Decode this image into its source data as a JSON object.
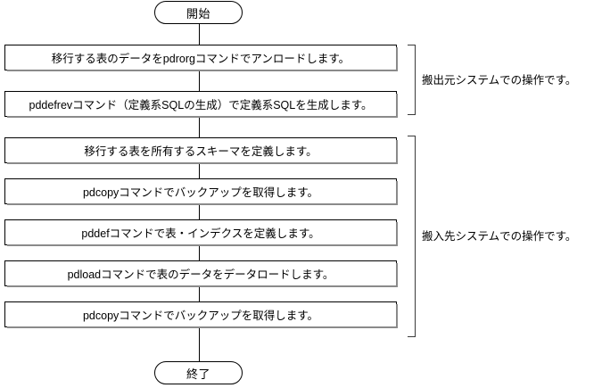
{
  "diagram": {
    "title": "",
    "background_color": "#ffffff",
    "line_color": "#000000",
    "shadow_color": "#8a8a8a"
  },
  "start_node": {
    "label": "開始",
    "shape": "terminal-pill"
  },
  "end_node": {
    "label": "終了",
    "shape": "terminal-pill"
  },
  "steps": [
    {
      "index": 1,
      "label": "移行する表のデータをpdrorgコマンドでアンロードします。",
      "group": "source"
    },
    {
      "index": 2,
      "label": "pddefrevコマンド（定義系SQLの生成）で定義系SQLを生成します。",
      "group": "source"
    },
    {
      "index": 3,
      "label": "移行する表を所有するスキーマを定義します。",
      "group": "target"
    },
    {
      "index": 4,
      "label": "pdcopyコマンドでバックアップを取得します。",
      "group": "target"
    },
    {
      "index": 5,
      "label": "pddefコマンドで表・インデクスを定義します。",
      "group": "target"
    },
    {
      "index": 6,
      "label": "pdloadコマンドで表のデータをデータロードします。",
      "group": "target"
    },
    {
      "index": 7,
      "label": "pdcopyコマンドでバックアップを取得します。",
      "group": "target"
    }
  ],
  "groups": [
    {
      "id": "source",
      "caption": "搬出元システムでの操作です。"
    },
    {
      "id": "target",
      "caption": "搬入先システムでの操作です。"
    }
  ]
}
